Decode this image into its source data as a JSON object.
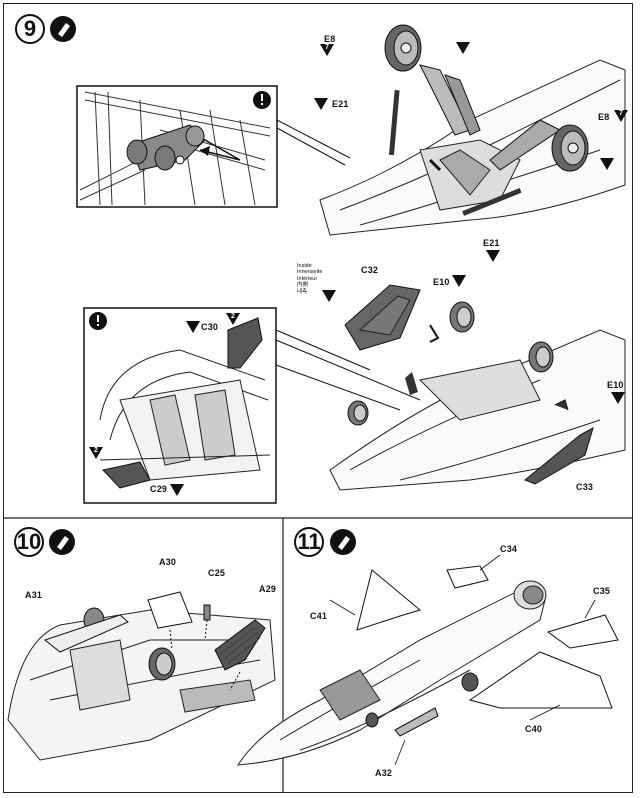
{
  "steps": [
    {
      "number": "9"
    },
    {
      "number": "10"
    },
    {
      "number": "11"
    }
  ],
  "parts": {
    "e8_top": "E8",
    "e8_right": "E8",
    "e21_top": "E21",
    "e21_bottom": "E21",
    "c32": "C32",
    "e10_top": "E10",
    "e10_right": "E10",
    "c30": "C30",
    "c29": "C29",
    "c33": "C33",
    "a30": "A30",
    "c25": "C25",
    "a29": "A29",
    "a31": "A31",
    "c34": "C34",
    "c35": "C35",
    "c41": "C41",
    "c40": "C40",
    "a32": "A32"
  },
  "markers": {
    "e8_top": "7",
    "e8_right": "7",
    "c30": "2",
    "c29": "2"
  },
  "paint_note": {
    "line1": "Inside",
    "line2": "Innenseite",
    "line3": "Intérieur",
    "line4": "内側",
    "line5": "내측"
  },
  "icons": [
    "glue-icon",
    "warning-icon",
    "paint-triangle-icon",
    "pointer-arrow-icon"
  ]
}
